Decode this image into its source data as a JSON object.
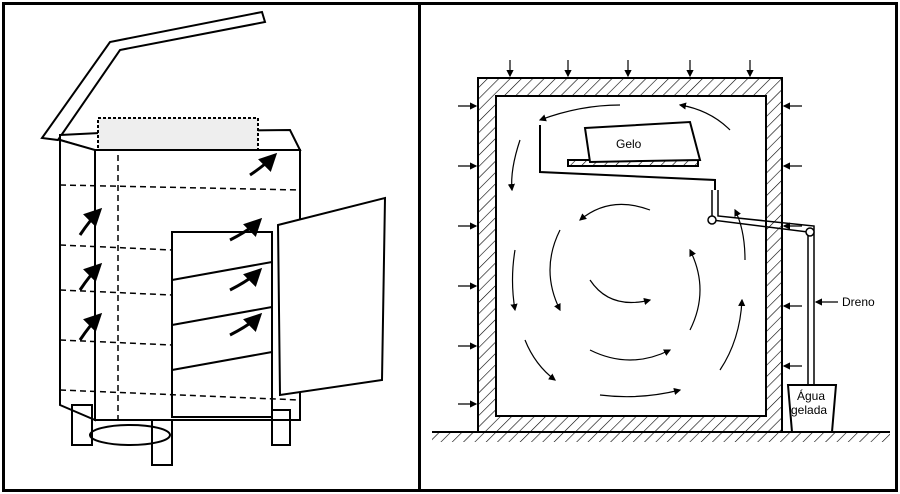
{
  "left_figure": {
    "subject": "icebox-cabinet"
  },
  "right_figure": {
    "labels": {
      "ice": "Gelo",
      "drain": "Dreno",
      "water_line1": "Água",
      "water_line2": "gelada"
    }
  },
  "colors": {
    "ink": "#000000",
    "background": "#ffffff"
  }
}
